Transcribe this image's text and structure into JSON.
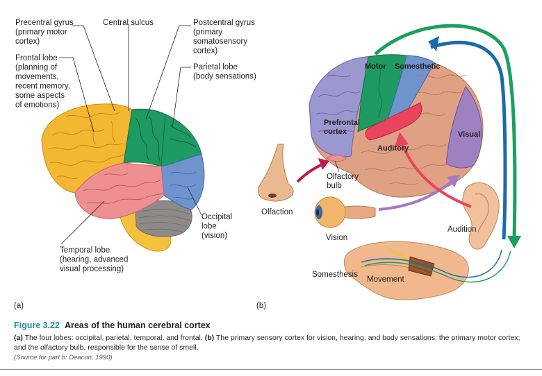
{
  "panel_a": {
    "label": "(a)",
    "precentral": [
      "Precentral gyrus",
      "(primary motor",
      "cortex)"
    ],
    "central": [
      "Central sulcus"
    ],
    "postcentral": [
      "Postcentral gyrus",
      "(primary",
      "somatosensory",
      "cortex)"
    ],
    "frontal": [
      "Frontal lobe",
      "(planning of",
      "movements,",
      "recent memory,",
      "some aspects",
      "of emotions)"
    ],
    "parietal": [
      "Parietal lobe",
      "(body sensations)"
    ],
    "occipital": [
      "Occipital",
      "lobe",
      "(vision)"
    ],
    "temporal": [
      "Temporal lobe",
      "(hearing, advanced",
      "visual processing)"
    ]
  },
  "panel_b": {
    "label": "(b)",
    "motor": "Motor",
    "somesthetic": "Somesthetic",
    "prefrontal": [
      "Prefrontal",
      "cortex"
    ],
    "visual": "Visual",
    "auditory": "Auditory",
    "olfactory": [
      "Olfactory",
      "bulb"
    ],
    "olfaction": "Olfaction",
    "vision": "Vision",
    "audition": "Audition",
    "somesthesis": "Somesthesis",
    "movement": "Movement"
  },
  "caption": {
    "number": "Figure 3.22",
    "title": "Areas of the human cerebral cortex",
    "a_marker": "(a)",
    "a_text": " The four lobes: occipital, parietal, temporal, and frontal. ",
    "b_marker": "(b)",
    "b_text": " The primary sensory cortex for vision, hearing, and body sensations; the primary motor cortex; and the olfactory bulb, responsible for the sense of smell.",
    "source": "(Source for part b: Deacon, 1990)"
  },
  "colors": {
    "frontal": "#f3b731",
    "motor_green": "#1e9a63",
    "parietal_blue": "#6f93cd",
    "temporal_pink": "#ee8f91",
    "cerebellum": "#8e8a88",
    "stem": "#f4c13a",
    "prefrontal": "#9b97cf",
    "sensory_tan": "#dfa184",
    "visual": "#9f80c0",
    "auditory_red": "#e9445e",
    "arrow_blue": "#1b6aab",
    "arrow_green": "#1aa05f",
    "title_teal": "#1a8f9c"
  }
}
